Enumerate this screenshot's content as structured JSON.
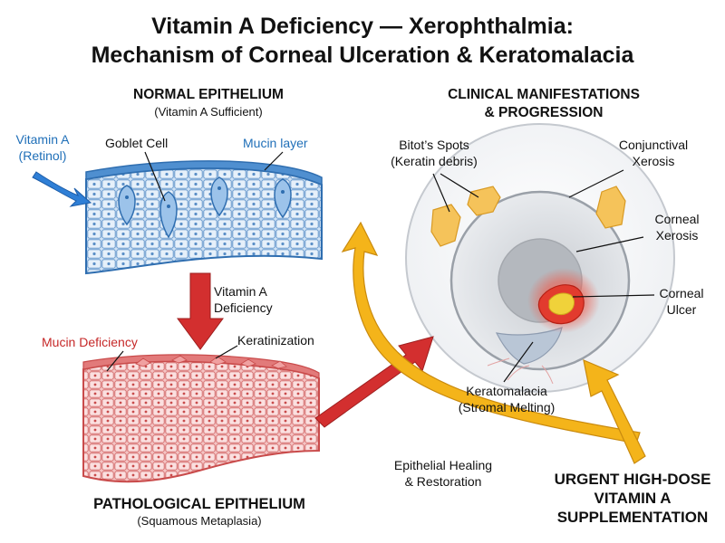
{
  "title": {
    "line1": "Vitamin A Deficiency — Xerophthalmia:",
    "line2": "Mechanism of Corneal Ulceration & Keratomalacia"
  },
  "normal": {
    "heading": "NORMAL EPITHELIUM",
    "subheading": "(Vitamin A Sufficient)",
    "vitamin_label_1": "Vitamin A",
    "vitamin_label_2": "(Retinol)",
    "goblet_label": "Goblet Cell",
    "mucin_label": "Mucin layer"
  },
  "transition": {
    "label_1": "Vitamin A",
    "label_2": "Deficiency"
  },
  "pathological": {
    "mucin_deficiency_label": "Mucin Deficiency",
    "keratinization_label": "Keratinization",
    "heading": "PATHOLOGICAL EPITHELIUM",
    "subheading": "(Squamous Metaplasia)"
  },
  "clinical": {
    "heading_1": "CLINICAL MANIFESTATIONS",
    "heading_2": "& PROGRESSION",
    "bitots_1": "Bitot’s Spots",
    "bitots_2": "(Keratin debris)",
    "conj_1": "Conjunctival",
    "conj_2": "Xerosis",
    "corneal_xerosis_1": "Corneal",
    "corneal_xerosis_2": "Xerosis",
    "ulcer_1": "Corneal",
    "ulcer_2": "Ulcer",
    "kerato_1": "Keratomalacia",
    "kerato_2": "(Stromal Melting)"
  },
  "treatment": {
    "healing_1": "Epithelial Healing",
    "healing_2": "& Restoration",
    "urgent_1": "URGENT HIGH-DOSE",
    "urgent_2": "VITAMIN A",
    "urgent_3": "SUPPLEMENTATION"
  },
  "colors": {
    "normal_tissue": "#bcd7f0",
    "normal_outline": "#2f6eb0",
    "pathological_tissue": "#f6c9c9",
    "pathological_outline": "#c94b4b",
    "deficiency_arrow": "#d32f2f",
    "treatment_arrow": "#f4b41a",
    "bitots_spot": "#f5c35a",
    "ulcer": "#f0d23a"
  }
}
